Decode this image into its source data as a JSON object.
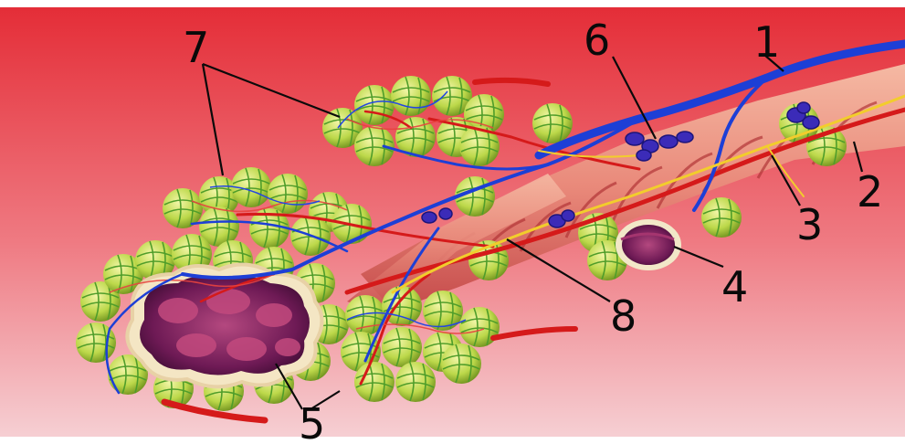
{
  "labels": {
    "l1": "1",
    "l2": "2",
    "l3": "3",
    "l4": "4",
    "l5": "5",
    "l6": "6",
    "l7": "7",
    "l8": "8"
  },
  "colors": {
    "background_top": "#e7303a",
    "background_bottom": "#f4c2c8",
    "vein_blue": "#1d3fd6",
    "artery_red": "#d81f1f",
    "nerve_yellow": "#f2d23a",
    "alveolus_green": "#b9d64a",
    "airway_interior": "#7b1d5c"
  }
}
